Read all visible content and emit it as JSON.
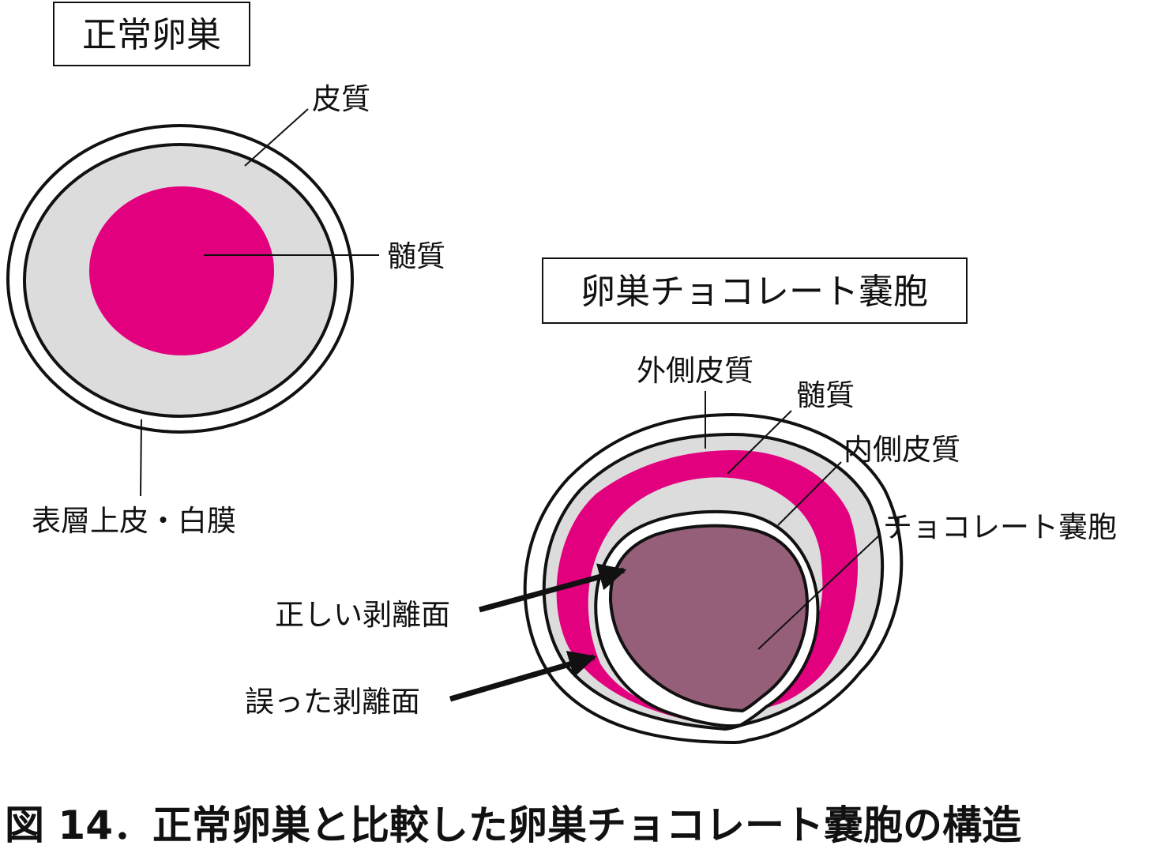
{
  "colors": {
    "cortex": "#dcdcdc",
    "medulla": "#e3007f",
    "cyst": "#955f79",
    "outline": "#111111",
    "background": "#ffffff"
  },
  "normal_ovary": {
    "title": "正常卵巣",
    "labels": {
      "cortex": "皮質",
      "medulla": "髄質",
      "surface": "表層上皮・白膜"
    }
  },
  "chocolate_cyst": {
    "title": "卵巣チョコレート嚢胞",
    "labels": {
      "outer_cortex": "外側皮質",
      "medulla": "髄質",
      "inner_cortex": "内側皮質",
      "cyst": "チョコレート嚢胞"
    },
    "arrows": {
      "correct_plane": "正しい剥離面",
      "wrong_plane": "誤った剥離面"
    }
  },
  "caption": "図 14．正常卵巣と比較した卵巣チョコレート嚢胞の構造"
}
